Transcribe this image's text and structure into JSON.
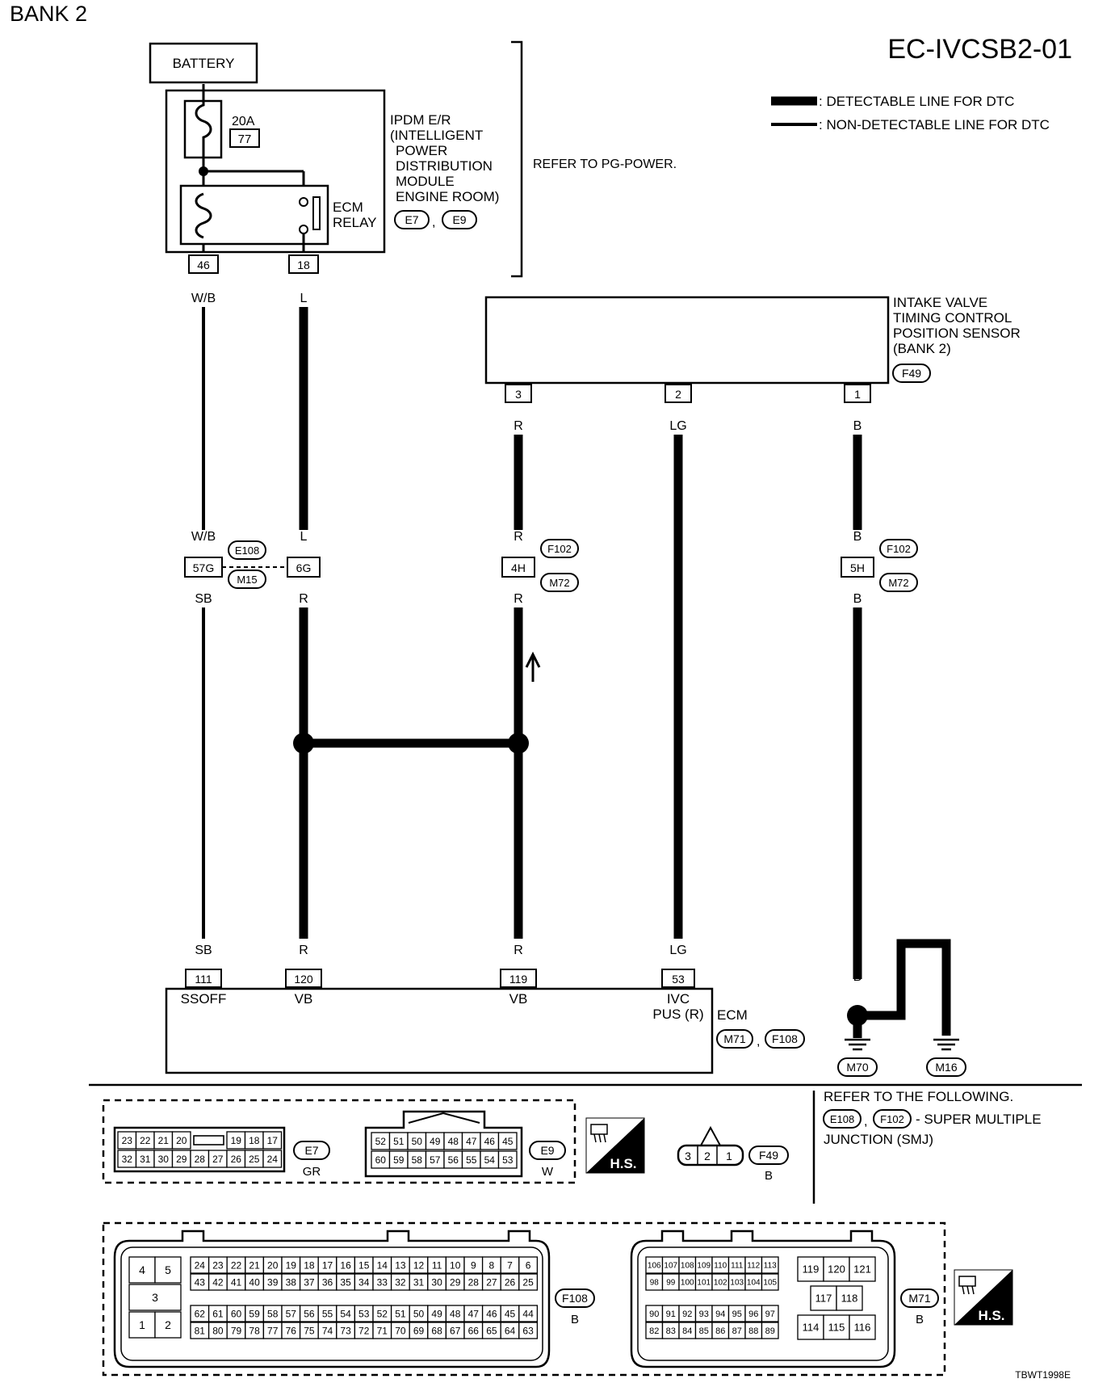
{
  "page": {
    "bank_label": "BANK 2",
    "diagram_id": "EC-IVCSB2-01",
    "footer_code": "TBWT1998E"
  },
  "legend": {
    "detectable": ": DETECTABLE LINE FOR DTC",
    "non_detectable": ": NON-DETECTABLE LINE FOR DTC"
  },
  "ipdm": {
    "battery": "BATTERY",
    "fuse_amp": "20A",
    "fuse_no": "77",
    "relay_line1": "ECM",
    "relay_line2": "RELAY",
    "name_lines": [
      "IPDM E/R",
      "(INTELLIGENT",
      "POWER",
      "DISTRIBUTION",
      "MODULE",
      "ENGINE ROOM)"
    ],
    "connector1": "E7",
    "connector2": "E9",
    "sep": ",",
    "refer": "REFER TO PG-POWER.",
    "pin_wb": "46",
    "pin_l": "18"
  },
  "sensor": {
    "name_lines": [
      "INTAKE VALVE",
      "TIMING CONTROL",
      "POSITION SENSOR",
      "(BANK 2)"
    ],
    "connector": "F49",
    "pin3": "3",
    "pin2": "2",
    "pin1": "1"
  },
  "wires": {
    "wb": "W/B",
    "l": "L",
    "r": "R",
    "lg": "LG",
    "b": "B",
    "sb": "SB"
  },
  "joints": {
    "j57g": "57G",
    "j6g": "6G",
    "j4h": "4H",
    "j5h": "5H",
    "e108": "E108",
    "m15": "M15",
    "f102": "F102",
    "m72": "M72"
  },
  "ecm": {
    "pin111": "111",
    "pin120": "120",
    "pin119": "119",
    "pin53": "53",
    "ssoff": "SSOFF",
    "vb": "VB",
    "ivc": "IVC",
    "pus": "PUS (R)",
    "name": "ECM",
    "conn1": "M71",
    "conn2": "F108",
    "sep": ","
  },
  "grounds": {
    "m70": "M70",
    "m16": "M16"
  },
  "refer_note": {
    "line1": "REFER TO THE FOLLOWING.",
    "conn1": "E108",
    "conn2": "F102",
    "suffix": "- SUPER MULTIPLE",
    "line3": "JUNCTION (SMJ)",
    "sep": ","
  },
  "connectors": {
    "e7": {
      "name": "E7",
      "color": "GR",
      "top": [
        "23",
        "22",
        "21",
        "20",
        "",
        "19",
        "18",
        "17"
      ],
      "bottom": [
        "32",
        "31",
        "30",
        "29",
        "28",
        "27",
        "26",
        "25",
        "24"
      ]
    },
    "e9": {
      "name": "E9",
      "color": "W",
      "top": [
        "52",
        "51",
        "50",
        "49",
        "48",
        "47",
        "46",
        "45"
      ],
      "bottom": [
        "60",
        "59",
        "58",
        "57",
        "56",
        "55",
        "54",
        "53"
      ]
    },
    "f49": {
      "name": "F49",
      "color": "B",
      "pins": [
        "3",
        "2",
        "1"
      ]
    },
    "hs": "H.S.",
    "f108": {
      "name": "F108",
      "color": "B",
      "left_top": [
        "4",
        "5"
      ],
      "left_mid": "3",
      "left_bottom": [
        "1",
        "2"
      ],
      "row1": [
        "24",
        "23",
        "22",
        "21",
        "20",
        "19",
        "18",
        "17",
        "16",
        "15",
        "14",
        "13",
        "12",
        "11",
        "10",
        "9",
        "8",
        "7",
        "6"
      ],
      "row2": [
        "43",
        "42",
        "41",
        "40",
        "39",
        "38",
        "37",
        "36",
        "35",
        "34",
        "33",
        "32",
        "31",
        "30",
        "29",
        "28",
        "27",
        "26",
        "25"
      ],
      "row3": [
        "62",
        "61",
        "60",
        "59",
        "58",
        "57",
        "56",
        "55",
        "54",
        "53",
        "52",
        "51",
        "50",
        "49",
        "48",
        "47",
        "46",
        "45",
        "44"
      ],
      "row4": [
        "81",
        "80",
        "79",
        "78",
        "77",
        "76",
        "75",
        "74",
        "73",
        "72",
        "71",
        "70",
        "69",
        "68",
        "67",
        "66",
        "65",
        "64",
        "63"
      ]
    },
    "m71": {
      "name": "M71",
      "color": "B",
      "row1": [
        "106",
        "107",
        "108",
        "109",
        "110",
        "111",
        "112",
        "113"
      ],
      "row2": [
        "98",
        "99",
        "100",
        "101",
        "102",
        "103",
        "104",
        "105"
      ],
      "row3": [
        "90",
        "91",
        "92",
        "93",
        "94",
        "95",
        "96",
        "97"
      ],
      "row4": [
        "82",
        "83",
        "84",
        "85",
        "86",
        "87",
        "88",
        "89"
      ],
      "right_top": [
        "119",
        "120",
        "121"
      ],
      "right_mid": [
        "117",
        "118"
      ],
      "right_bottom": [
        "114",
        "115",
        "116"
      ]
    }
  }
}
